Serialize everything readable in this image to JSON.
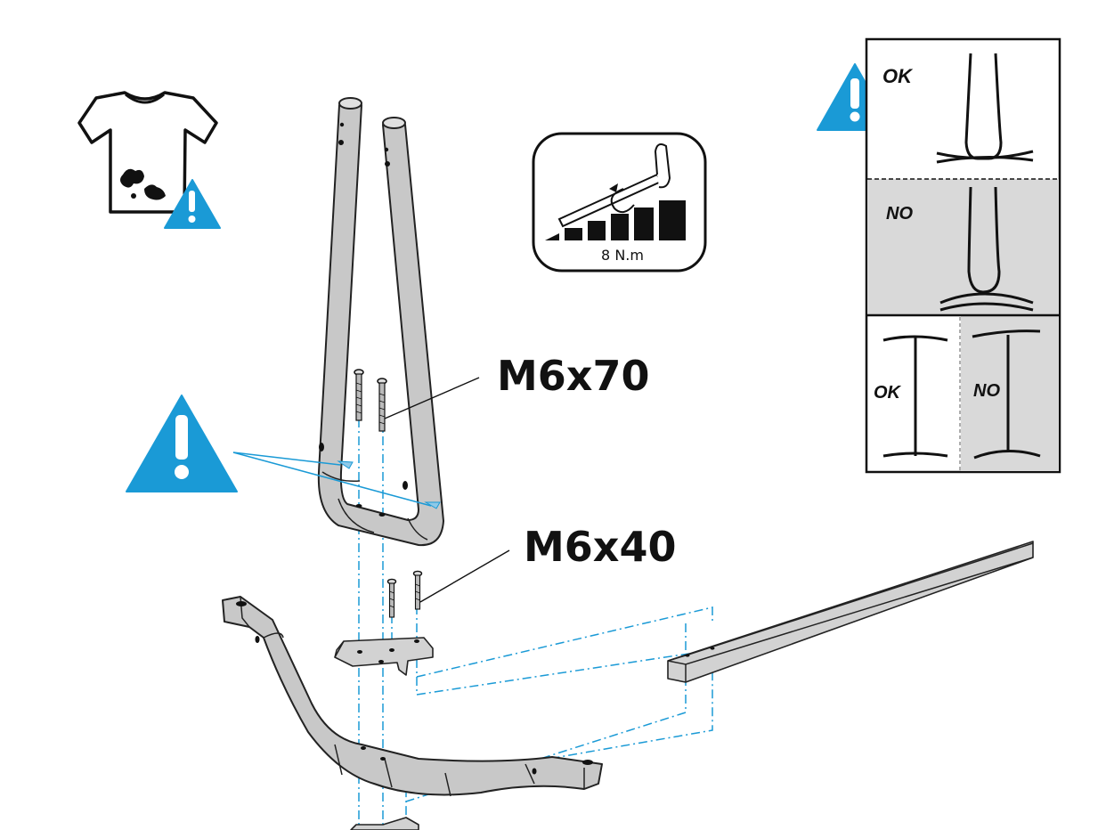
{
  "labels": {
    "bolt_long": "M6x70",
    "bolt_short": "M6x40",
    "torque": "8 N.m"
  },
  "check_panel": {
    "top_ok": "OK",
    "middle_no": "NO",
    "bottom_ok": "OK",
    "bottom_no": "NO"
  },
  "colors": {
    "accent": "#1a9ad6",
    "part": "#c8c8c8",
    "panel_no": "#d9d9d9",
    "ink": "#111111"
  },
  "icons": [
    "dirty-shirt-icon",
    "warning-icon",
    "hex-key-torque-icon"
  ]
}
